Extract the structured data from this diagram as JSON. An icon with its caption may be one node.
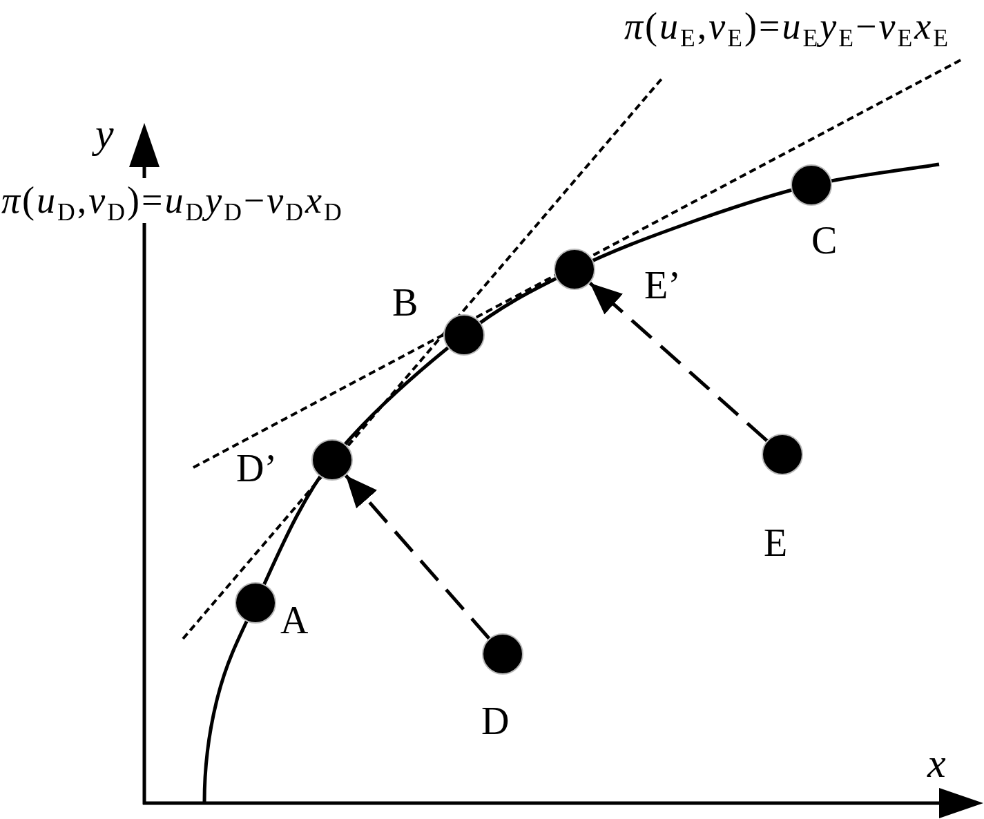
{
  "diagram": {
    "nodes": [
      {
        "text": [],
        "shape": "circle",
        "beside": [
          "A"
        ]
      },
      {
        "text": [],
        "shape": "circle",
        "beside": [
          "D’"
        ]
      },
      {
        "text": [],
        "shape": "circle",
        "beside": [
          "B"
        ]
      },
      {
        "text": [],
        "shape": "circle",
        "beside": [
          "D"
        ]
      },
      {
        "text": [],
        "shape": "circle",
        "beside": [
          "E’"
        ]
      },
      {
        "text": [],
        "shape": "circle",
        "beside": [
          "E"
        ]
      },
      {
        "text": [],
        "shape": "circle",
        "beside": [
          "C"
        ]
      }
    ],
    "edges": [
      {
        "from": 3,
        "to": 1,
        "arrow": "to",
        "style": "dashed"
      },
      {
        "from": 5,
        "to": 4,
        "arrow": "to",
        "style": "dashed"
      }
    ],
    "labels": [
      "*π*(*u*$_{E}$,*v*$_{E}$)=*u*$_{E}$*y*$_{E}$−*v*$_{E}$*x*$_{E}$",
      "y",
      "*π*(*u*$_{D}$,*v*$_{D}$)=*u*$_{D}$*y*$_{D}$−*v*$_{D}$*x*$_{D}$",
      "x"
    ]
  }
}
